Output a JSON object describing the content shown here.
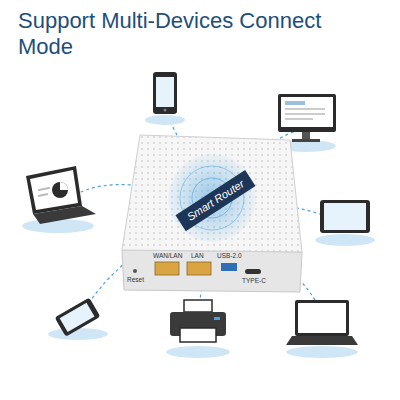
{
  "diagram": {
    "title": "Support Multi-Devices Connect Mode",
    "nodes": [
      {
        "text": [
          "Reset",
          "WAN/LAN",
          "LAN",
          "USB-2.0",
          "TYPE-C"
        ]
      },
      {
        "text": [
          "Smart Router"
        ],
        "in": 0
      }
    ]
  }
}
